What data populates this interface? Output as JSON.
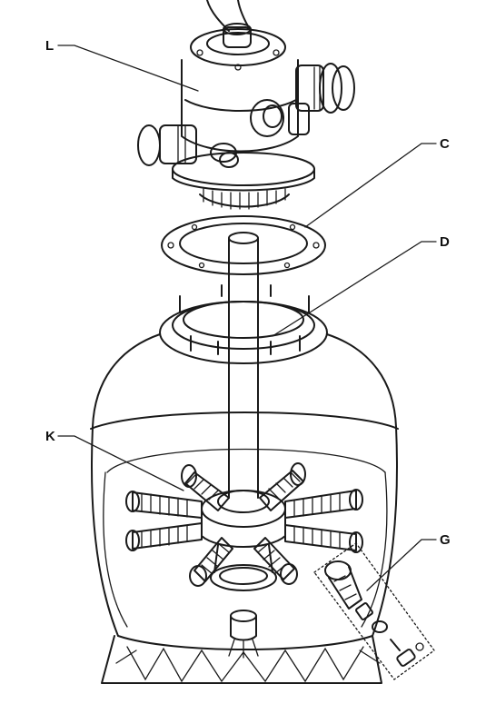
{
  "diagram": {
    "labels": {
      "L": "L",
      "C": "C",
      "D": "D",
      "K": "K",
      "G": "G"
    }
  },
  "colors": {
    "ink": "#1a1a1a",
    "paper": "#ffffff"
  }
}
